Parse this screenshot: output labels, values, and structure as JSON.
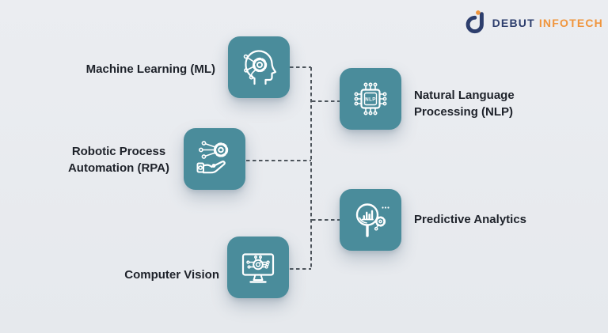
{
  "page": {
    "background": "#E9EBEF"
  },
  "logo": {
    "brand_primary": "DEBUT",
    "brand_secondary": "INFOTECH",
    "primary_color": "#2D3E6D",
    "secondary_color": "#F0953C"
  },
  "diagram": {
    "tile_color": "#4A8C9B",
    "icon_stroke_color": "#FFFFFF",
    "connector_color": "#4D545B",
    "label_color": "#1E222A",
    "nodes": [
      {
        "id": "ml",
        "label": "Machine Learning (ML)",
        "icon": "brain-gear-icon"
      },
      {
        "id": "nlp",
        "label_line1": "Natural Language",
        "label_line2": "Processing (NLP)",
        "icon": "nlp-chip-icon",
        "chip_text": "NLP"
      },
      {
        "id": "rpa",
        "label_line1": "Robotic Process",
        "label_line2": "Automation (RPA)",
        "icon": "robotic-hand-gear-icon"
      },
      {
        "id": "pa",
        "label": "Predictive Analytics",
        "icon": "magnifier-analytics-icon"
      },
      {
        "id": "cv",
        "label": "Computer Vision",
        "icon": "monitor-vision-icon"
      }
    ]
  }
}
